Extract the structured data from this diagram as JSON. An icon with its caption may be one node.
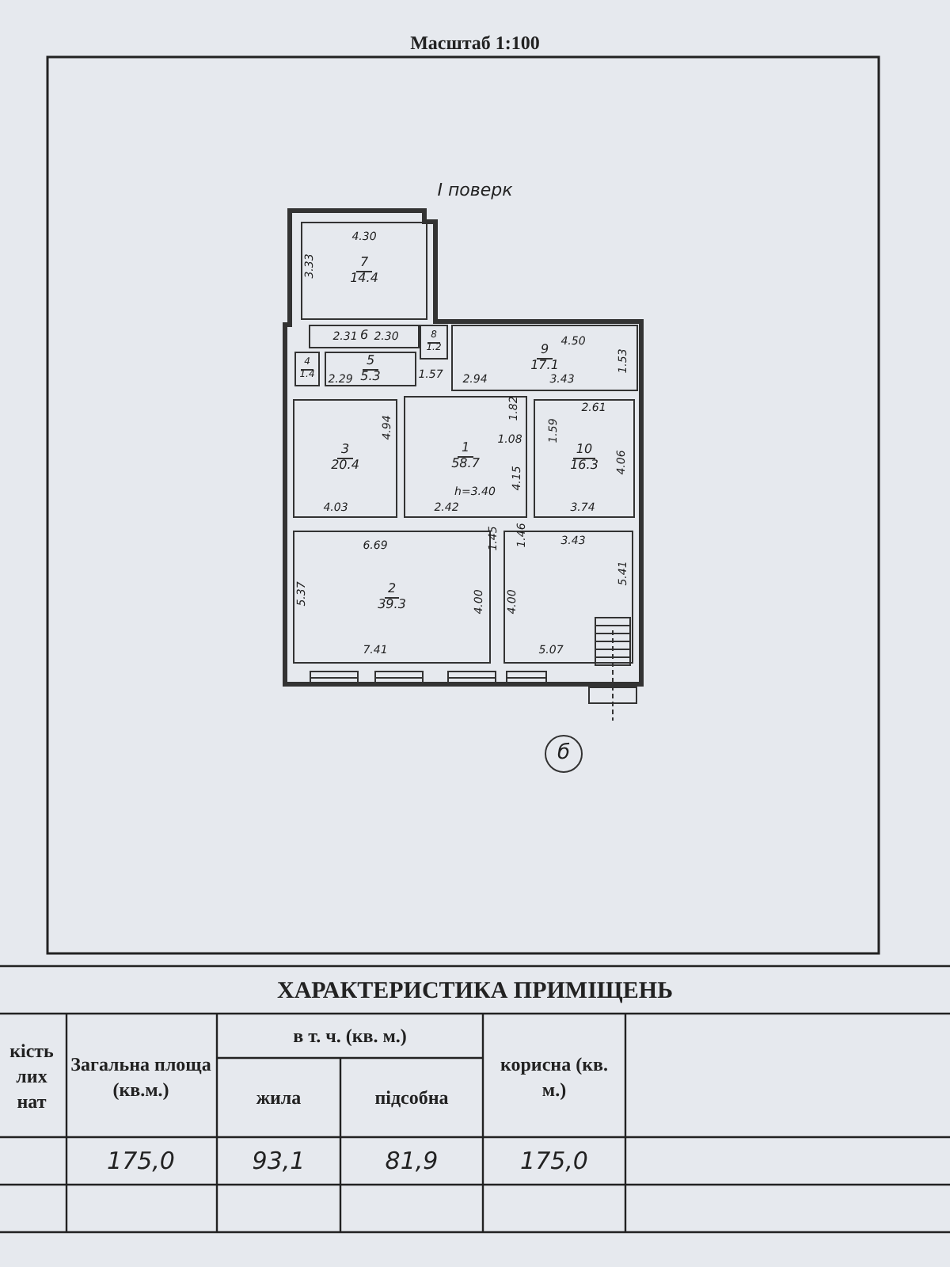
{
  "diagram": {
    "title": "I поверк",
    "nodes": [
      {
        "text": [
          "7",
          "14.4"
        ]
      },
      {
        "text": [
          "6"
        ]
      },
      {
        "text": [
          "4",
          "1.4"
        ]
      },
      {
        "text": [
          "5",
          "5.3"
        ]
      },
      {
        "text": [
          "8",
          "1.2"
        ]
      },
      {
        "text": [
          "9",
          "17.1"
        ]
      },
      {
        "text": [
          "3",
          "20.4"
        ]
      },
      {
        "text": [
          "1",
          "58.7"
        ]
      },
      {
        "text": [
          "10",
          "16.3"
        ]
      },
      {
        "text": [
          "2",
          "39.3"
        ]
      },
      {
        "text": [],
        "shape": "box"
      },
      {
        "text": [
          "б"
        ]
      }
    ],
    "labels": [
      "Масштаб 1:100",
      "4.30",
      "3.33",
      "2.31",
      "2.30",
      "1.57",
      "2.29",
      "4.50",
      "1.53",
      "2.94",
      "1.82",
      "1.08",
      "4.15",
      "2.42",
      "h=3.40",
      "3.43",
      "4.94",
      "4.03",
      "2.61",
      "1.59",
      "4.06",
      "3.74",
      "6.69",
      "5.37",
      "4.00",
      "7.41",
      "1.45",
      "1.46",
      "3.43",
      "5.41",
      "4.00",
      "5.07",
      "ХАРАКТЕРИСТИКА ПРИМІЩЕНЬ",
      "кість лих нат",
      "Загальна площа (кв.м.)",
      "в т. ч. (кв. м.)",
      "корисна (кв. м.)",
      "жила",
      "підсобна",
      "175,0",
      "93,1",
      "81,9",
      "175,0"
    ]
  }
}
